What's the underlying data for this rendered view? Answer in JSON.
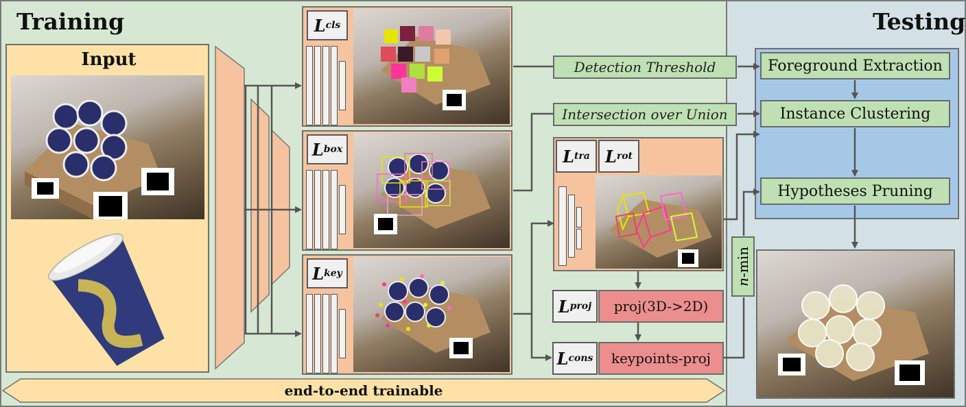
{
  "training": {
    "title": "Training"
  },
  "testing": {
    "title": "Testing"
  },
  "input": {
    "title": "Input"
  },
  "losses": {
    "cls": {
      "main": "L",
      "sub": "cls"
    },
    "box": {
      "main": "L",
      "sub": "box"
    },
    "key": {
      "main": "L",
      "sub": "key"
    },
    "tra": {
      "main": "L",
      "sub": "tra"
    },
    "rot": {
      "main": "L",
      "sub": "rot"
    },
    "proj": {
      "main": "L",
      "sub": "proj"
    },
    "cons": {
      "main": "L",
      "sub": "cons"
    }
  },
  "labels": {
    "detection_threshold": "Detection Threshold",
    "iou": "Intersection over Union",
    "proj_box": "proj(3D->2D)",
    "keypoints_proj": "keypoints-proj",
    "nmin_n": "n",
    "nmin_rest": "-min"
  },
  "testing_steps": [
    "Foreground Extraction",
    "Instance Clustering",
    "Hypotheses Pruning"
  ],
  "banner": {
    "text": "end-to-end trainable"
  },
  "colors": {
    "training_bg": "#d6e8d3",
    "testing_bg": "#d3e1e4",
    "input_bg": "#fde1a6",
    "head_bg": "#f6c39f",
    "green_box": "#bfe0b3",
    "pink_box": "#ec8e8e",
    "blue_panel": "#a6c8e7",
    "banner": "#fde1a6"
  }
}
